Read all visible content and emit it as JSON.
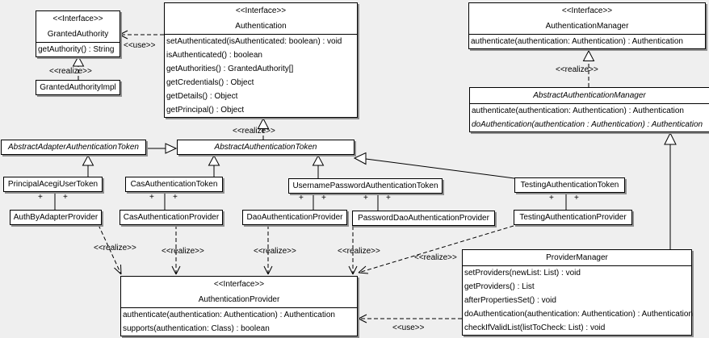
{
  "colors": {
    "background": "#efefef",
    "box_fill": "#ffffff",
    "line": "#000000",
    "shadow": "#8f8f8f"
  },
  "labels": {
    "realize": "<<realize>>",
    "use": "<<use>>",
    "plus": "+"
  },
  "classes": {
    "granted_authority": {
      "stereotype": "<<Interface>>",
      "name": "GrantedAuthority",
      "methods": [
        "getAuthority() : String"
      ]
    },
    "granted_authority_impl": {
      "name": "GrantedAuthorityImpl"
    },
    "authentication": {
      "stereotype": "<<Interface>>",
      "name": "Authentication",
      "methods": [
        "setAuthenticated(isAuthenticated: boolean) : void",
        "isAuthenticated() : boolean",
        "getAuthorities() : GrantedAuthority[]",
        "getCredentials() : Object",
        "getDetails() : Object",
        "getPrincipal() : Object"
      ]
    },
    "authentication_manager": {
      "stereotype": "<<Interface>>",
      "name": "AuthenticationManager",
      "methods": [
        "authenticate(authentication: Authentication) : Authentication"
      ]
    },
    "abstract_authentication_manager": {
      "name": "AbstractAuthenticationManager",
      "methods": [
        "authenticate(authentication: Authentication) : Authentication",
        "doAuthentication(authentication : Authentication) : Authentication"
      ]
    },
    "abstract_adapter_authentication_token": {
      "name": "AbstractAdapterAuthenticationToken"
    },
    "abstract_authentication_token": {
      "name": "AbstractAuthenticationToken"
    },
    "principal_acegi_user_token": {
      "name": "PrincipalAcegiUserToken"
    },
    "cas_authentication_token": {
      "name": "CasAuthenticationToken"
    },
    "username_password_authentication_token": {
      "name": "UsernamePasswordAuthenticationToken"
    },
    "testing_authentication_token": {
      "name": "TestingAuthenticationToken"
    },
    "auth_by_adapter_provider": {
      "name": "AuthByAdapterProvider"
    },
    "cas_authentication_provider": {
      "name": "CasAuthenticationProvider"
    },
    "dao_authentication_provider": {
      "name": "DaoAuthenticationProvider"
    },
    "password_dao_authentication_provider": {
      "name": "PasswordDaoAuthenticationProvider"
    },
    "testing_authentication_provider": {
      "name": "TestingAuthenticationProvider"
    },
    "authentication_provider": {
      "stereotype": "<<Interface>>",
      "name": "AuthenticationProvider",
      "methods": [
        "authenticate(authentication: Authentication) : Authentication",
        "supports(authentication: Class) : boolean"
      ]
    },
    "provider_manager": {
      "name": "ProviderManager",
      "methods": [
        "setProviders(newList: List) : void",
        "getProviders() : List",
        "afterPropertiesSet() : void",
        "doAuthentication(authentication: Authentication) : Authentication",
        "checkIfValidList(listToCheck: List) : void"
      ]
    }
  }
}
